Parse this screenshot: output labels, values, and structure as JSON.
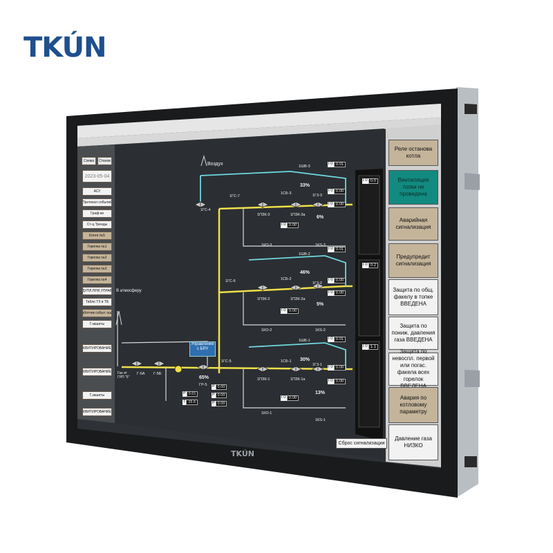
{
  "brand": {
    "logo_text": "TKÚN"
  },
  "bezel": {
    "logo_text": "TKÚN"
  },
  "colors": {
    "brand_blue": "#1f4f8e",
    "alarm_tan": "#c4b49a",
    "alarm_teal": "#128a80",
    "alarm_white": "#f2f2f2",
    "pipe_yellow": "#f0e04a",
    "pipe_cyan": "#6fd8e0",
    "pipe_white": "#d8d8d8"
  },
  "sidebar": {
    "tabs": [
      "Схема",
      "Станов"
    ],
    "date": "2023-05-04",
    "buttons": [
      "АСУ",
      "Протокол событий",
      "Граф-ки",
      "Ст-ц Тренды",
      "Котел №5",
      "Горелка №1",
      "Горелка №2",
      "Горелка №3",
      "Горелка №4",
      "ДУПЛ.ПРИ.УПРАВ",
      "Табло ТЗ и ТБ",
      "Обработчик событ. ошибок",
      "Г.зашиты"
    ],
    "status_labels": [
      "КВИТИРОВАНИЕ",
      "КВИТИРОВАНИЕ",
      "Г.зашиты",
      "КВИТИРОВАНИЕ"
    ]
  },
  "scheme": {
    "air_label": "Воздух",
    "atmosphere_label": "В атмосферу",
    "gas_inlet_label": "Газ от ГРП \"5\"",
    "bru_label": "Управление с БРУ",
    "reset_alarm": "Сброс сигнализации",
    "valves": {
      "v1gs4": "1ГС-4",
      "v1gs7": "1ГС-7",
      "v1gs6": "1ГС-6",
      "v1gs5": "1ГС-5",
      "v1pzk3": "1ПЗК-3",
      "v1pzk3a": "1ПЗК-3а",
      "v1pzk2": "1ПЗК-2",
      "v1pzk2a": "1ПЗК-2а",
      "v1pzk1": "1ПЗК-1",
      "v1pzk1a": "1ПЗК-1а",
      "v1shv3": "1ШВ-3",
      "v1shv2": "1ШВ-2",
      "v1shv1": "1ШВ-1",
      "v1g3": "1Г3-3",
      "v1g2": "1Г3-2",
      "v1g1": "1Г3-1",
      "v1sb3": "1СБ-3",
      "v1sb2": "1СБ-2",
      "v1sb1": "1СБ-1",
      "v1ko3": "1КО-3",
      "v1ko2": "1КО-2",
      "v1ko1": "1КО-1",
      "v1ks3": "1КS-3",
      "v1ks2": "1КS-2",
      "v1ks1": "1КS-1",
      "g5a": "Г-5А",
      "g5b": "Г-5Б",
      "gr5": "ГР-5"
    },
    "percents": {
      "shv3": "33%",
      "g3": "6%",
      "shv2": "46%",
      "g2": "5%",
      "shv1": "30%",
      "g1": "13%",
      "gr5": "65%"
    },
    "readouts": [
      {
        "tag": "Г0",
        "value": "0.01"
      },
      {
        "tag": "Г0",
        "value": "0.00"
      },
      {
        "tag": "Г0",
        "value": "0.00"
      },
      {
        "tag": "Г0",
        "value": "0.01"
      },
      {
        "tag": "Г0",
        "value": "0.00"
      },
      {
        "tag": "Г0",
        "value": "0.00"
      },
      {
        "tag": "Г0",
        "value": "0.01"
      },
      {
        "tag": "Г0",
        "value": "0.00"
      },
      {
        "tag": "Г0",
        "value": "0.00"
      },
      {
        "tag": "Г0",
        "value": "0.00"
      },
      {
        "tag": "Г0",
        "value": "0.00"
      },
      {
        "tag": "Г0",
        "value": "0.00"
      }
    ],
    "gr5_readouts": [
      {
        "tag": "Р",
        "value": "0.01"
      },
      {
        "tag": "Т",
        "value": "15.6"
      },
      {
        "tag": "Р",
        "value": "0.00"
      },
      {
        "tag": "Р",
        "value": "0.00"
      },
      {
        "tag": "Р",
        "value": "0.00"
      }
    ],
    "gauges": [
      {
        "tag": "Г0",
        "value": "0.0"
      },
      {
        "tag": "Г0",
        "value": "0.2"
      },
      {
        "tag": "Г0",
        "value": "1.1"
      }
    ]
  },
  "alarms": [
    {
      "label": "Реле останова котла",
      "color": "#c4b49a"
    },
    {
      "label": "Вентиляция топки не проведена",
      "color": "#128a80"
    },
    {
      "label": "Аварийная сигнализация",
      "color": "#c4b49a"
    },
    {
      "label": "Предупредит сигнализация",
      "color": "#c4b49a"
    },
    {
      "label": "Защита по общ. факелу в топке ВВЕДЕНА",
      "color": "#f2f2f2"
    },
    {
      "label": "Защита по пониж. давления газа ВВЕДЕНА",
      "color": "#f2f2f2"
    },
    {
      "label": "Защита по невоспл. первой или погас. факела всех горелок ВВЕДЕНА",
      "color": "#f2f2f2"
    },
    {
      "label": "Авария по котловому параметру",
      "color": "#c4b49a"
    },
    {
      "label": "Давление газа НИЗКО",
      "color": "#f2f2f2"
    }
  ]
}
